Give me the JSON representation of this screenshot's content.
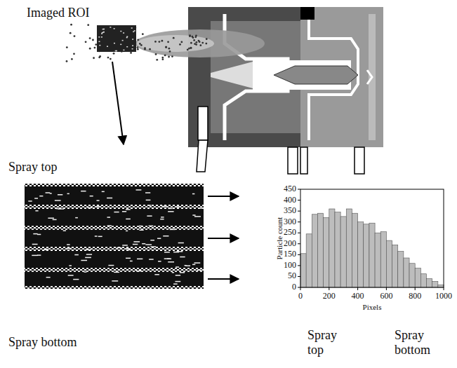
{
  "diagram": {
    "labels": [
      "Imaged ROI",
      "Spray top",
      "450",
      "400",
      "350",
      "300",
      "250",
      "200",
      "150",
      "100",
      "50",
      "0",
      "0",
      "200",
      "400",
      "600",
      "800",
      "1000",
      "Particle count",
      "Pixels",
      "Spray bottom",
      "Spray top",
      "Spray bottom"
    ]
  }
}
